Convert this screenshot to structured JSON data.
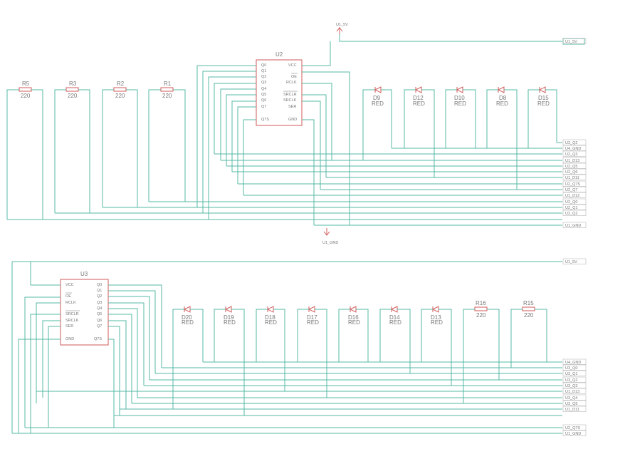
{
  "chips": [
    {
      "ref": "U2",
      "left_pins": [
        "Q0",
        "Q1",
        "Q2",
        "Q3",
        "Q4",
        "Q5",
        "Q6",
        "Q7",
        "Q7S"
      ],
      "right_pins": [
        "VCC",
        "OE",
        "RCLK",
        "SRCLR",
        "SRCLK",
        "SER",
        "GND"
      ]
    },
    {
      "ref": "U3",
      "left_pins": [
        "VCC",
        "OE",
        "RCLK",
        "SRCLR",
        "SRCLK",
        "SER",
        "GND"
      ],
      "right_pins": [
        "Q0",
        "Q1",
        "Q2",
        "Q3",
        "Q4",
        "Q5",
        "Q6",
        "Q7",
        "Q7S"
      ]
    }
  ],
  "power": {
    "vcc_label": "U1_5V",
    "gnd_label": "U1_GND"
  },
  "top_section": {
    "resistors": [
      {
        "ref": "R5",
        "value": "220"
      },
      {
        "ref": "R3",
        "value": "220"
      },
      {
        "ref": "R2",
        "value": "220"
      },
      {
        "ref": "R1",
        "value": "220"
      }
    ],
    "leds": [
      {
        "ref": "D9",
        "value": "RED"
      },
      {
        "ref": "D12",
        "value": "RED"
      },
      {
        "ref": "D10",
        "value": "RED"
      },
      {
        "ref": "D8",
        "value": "RED"
      },
      {
        "ref": "D15",
        "value": "RED"
      }
    ],
    "net_labels": [
      "U1_5V",
      "U3_Q2",
      "U4_GND",
      "U2_Q3",
      "U1_D13",
      "U2_Q5",
      "U2_Q6",
      "U1_D11",
      "U2_Q7S",
      "U2_Q7",
      "U1_D12",
      "U2_Q0",
      "U2_Q1",
      "U2_Q2",
      "U1_GND"
    ]
  },
  "bottom_section": {
    "resistors": [
      {
        "ref": "R16",
        "value": "220"
      },
      {
        "ref": "R15",
        "value": "220"
      }
    ],
    "leds": [
      {
        "ref": "D20",
        "value": "RED"
      },
      {
        "ref": "D19",
        "value": "RED"
      },
      {
        "ref": "D18",
        "value": "RED"
      },
      {
        "ref": "D17",
        "value": "RED"
      },
      {
        "ref": "D16",
        "value": "RED"
      },
      {
        "ref": "D14",
        "value": "RED"
      },
      {
        "ref": "D13",
        "value": "RED"
      }
    ],
    "net_labels_top": [
      "U1_5V"
    ],
    "net_labels": [
      "U4_GND",
      "U3_Q0",
      "U3_Q1",
      "U3_Q2",
      "U3_Q3",
      "U1_D13",
      "U3_Q4",
      "U3_Q5",
      "U1_D11"
    ],
    "net_labels_bottom": [
      "U2_Q7S",
      "U1_GND"
    ]
  },
  "colors": {
    "wire": "#56b8a6",
    "component": "#d05a5a",
    "text": "#777777"
  }
}
